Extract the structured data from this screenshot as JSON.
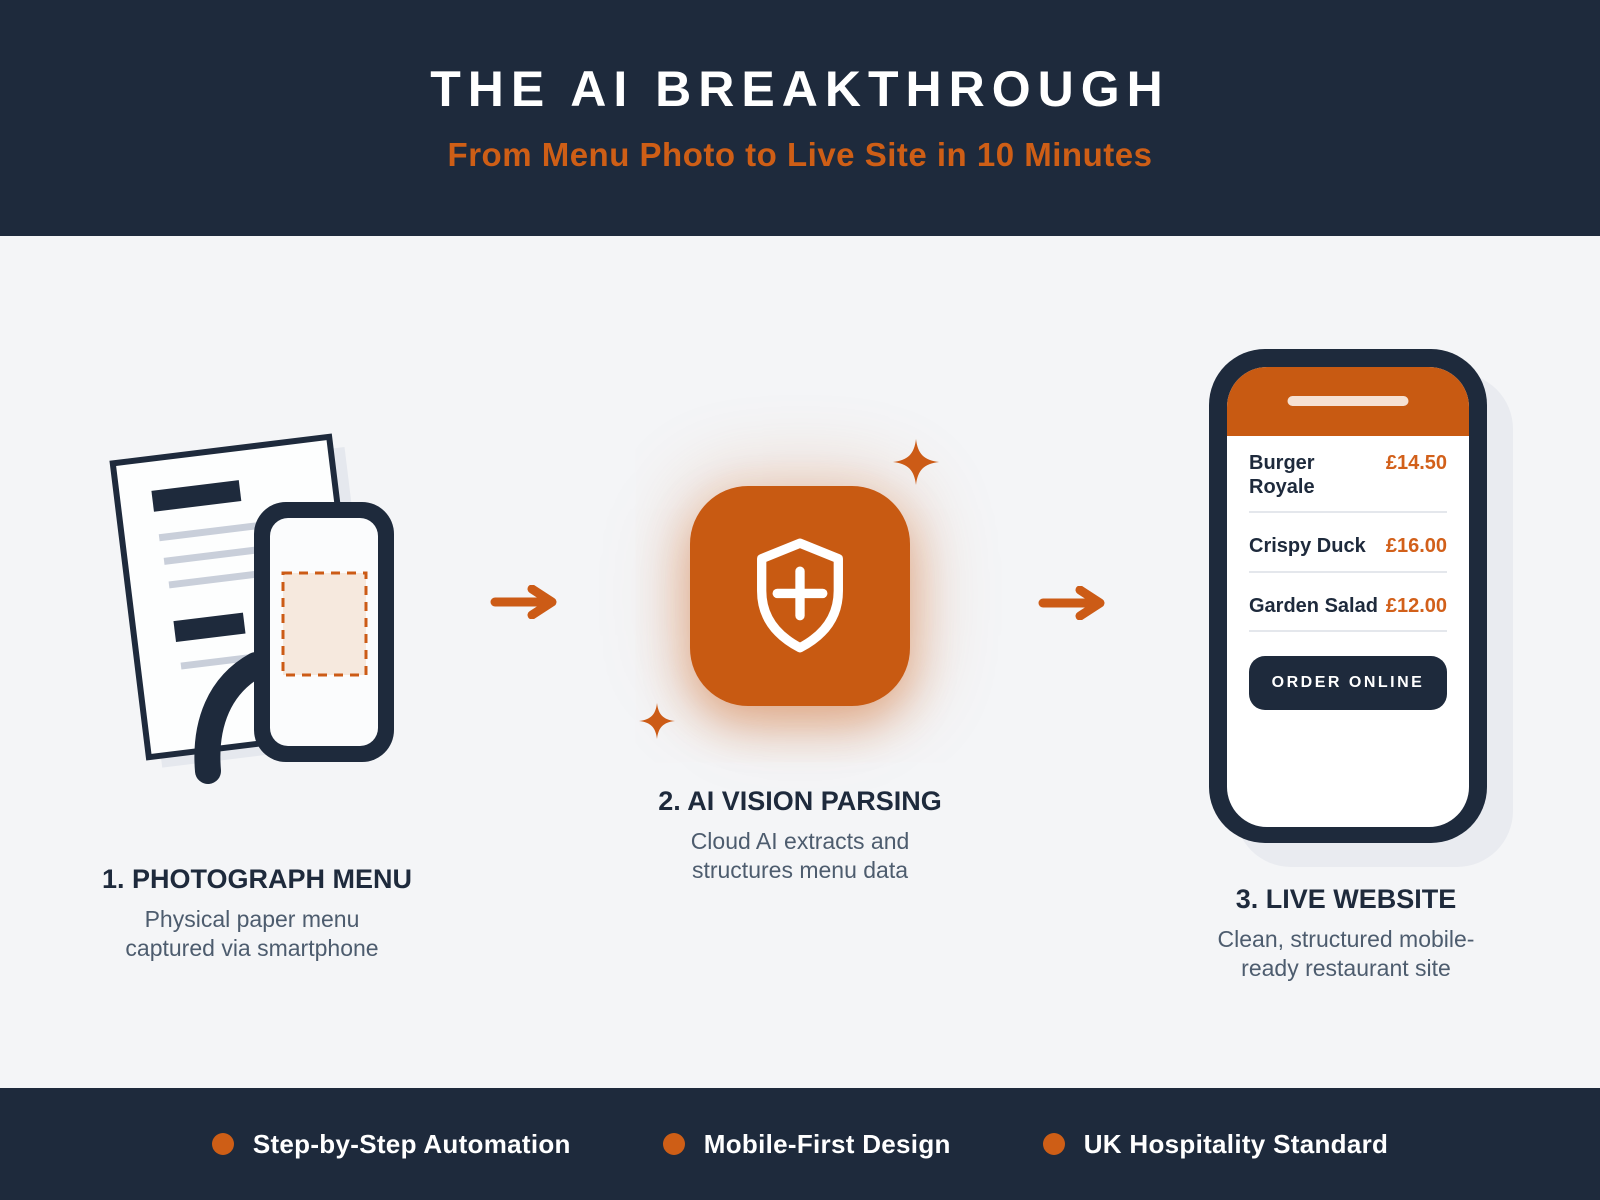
{
  "header": {
    "title": "THE AI BREAKTHROUGH",
    "subtitle": "From Menu Photo to Live Site in 10 Minutes"
  },
  "steps": [
    {
      "title": "1. PHOTOGRAPH MENU",
      "description": "Physical paper menu captured via smartphone"
    },
    {
      "title": "2. AI VISION PARSING",
      "description": "Cloud AI extracts and structures menu data"
    },
    {
      "title": "3. LIVE WEBSITE",
      "description": "Clean, structured mobile-ready restaurant site"
    }
  ],
  "phone": {
    "menu_items": [
      {
        "name": "Burger Royale",
        "price": "£14.50"
      },
      {
        "name": "Crispy Duck",
        "price": "£16.00"
      },
      {
        "name": "Garden Salad",
        "price": "£12.00"
      }
    ],
    "order_button_label": "ORDER ONLINE"
  },
  "footer": {
    "items": [
      {
        "label": "Step-by-Step Automation"
      },
      {
        "label": "Mobile-First Design"
      },
      {
        "label": "UK Hospitality Standard"
      }
    ]
  },
  "icons": {
    "step1": "document-smartphone-illustration",
    "step2": "shield-plus-icon",
    "between_steps": "arrow-right-icon",
    "decoration": "sparkle-icon",
    "footer_bullet": "dot-icon"
  },
  "colors": {
    "navy": "#1E2A3C",
    "background": "#F4F5F7",
    "accent_orange": "#C85A12",
    "accent_orange_text": "#D2601A",
    "subtitle_orange": "#CE5E16",
    "scan_fill": "#F6E9DE",
    "divider": "#E4E7EC"
  }
}
